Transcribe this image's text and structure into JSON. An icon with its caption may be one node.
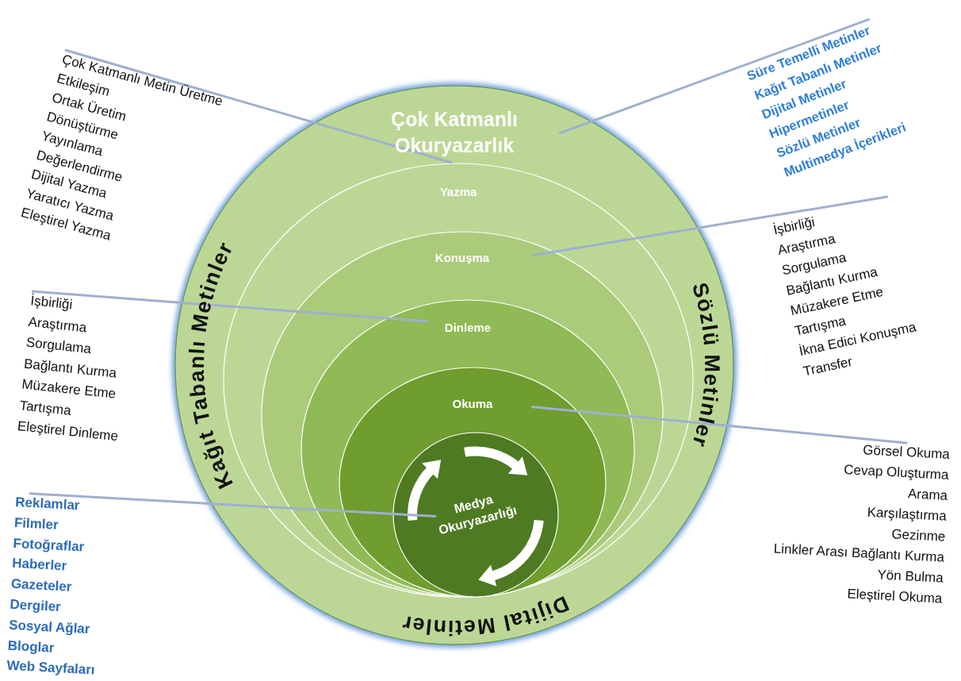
{
  "diagram": {
    "nodes": [
      {
        "text": [
          "Çok Katmanlı Okuryazarlık"
        ]
      },
      {
        "text": [
          "Yazma"
        ],
        "in": 0
      },
      {
        "text": [
          "Konuşma"
        ],
        "in": 1
      },
      {
        "text": [
          "Dinleme"
        ],
        "in": 2
      },
      {
        "text": [
          "Okuma"
        ],
        "in": 3
      },
      {
        "text": [
          "Medya Okuryazarlığı"
        ],
        "in": 4
      },
      {
        "text": [
          "Çok Katmanlı Metin Üretme",
          "Etkileşim",
          "Ortak Üretim",
          "Dönüştürme",
          "Yayınlama",
          "Değerlendirme",
          "Dijital Yazma",
          "Yaratıcı Yazma",
          "Eleştirel Yazma"
        ]
      },
      {
        "text": [
          "Süre Temelli Metinler",
          "Kağıt Tabanlı Metinler",
          "Dijital Metinler",
          "Hipermetinler",
          "Sözlü Metinler",
          "Multimedya İçerikleri"
        ]
      },
      {
        "text": [
          "İşbirliği",
          "Araştırma",
          "Sorgulama",
          "Bağlantı Kurma",
          "Müzakere Etme",
          "Tartışma",
          "İkna Edici Konuşma",
          "Transfer"
        ]
      },
      {
        "text": [
          "İşbirliği",
          "Araştırma",
          "Sorgulama",
          "Bağlantı Kurma",
          "Müzakere Etme",
          "Tartışma",
          "Eleştirel Dinleme"
        ]
      },
      {
        "text": [
          "Görsel Okuma",
          "Cevap Oluşturma",
          "Arama",
          "Karşılaştırma",
          "Gezinme",
          "Linkler Arası Bağlantı Kurma",
          "Yön Bulma",
          "Eleştirel Okuma"
        ]
      },
      {
        "text": [
          "Reklamlar",
          "Filmler",
          "Fotoğraflar",
          "Haberler",
          "Gazeteler",
          "Dergiler",
          "Sosyal Ağlar",
          "Bloglar",
          "Web Sayfaları"
        ]
      }
    ],
    "edges": [
      {
        "from": 6,
        "to": 1,
        "arrow": "none"
      },
      {
        "from": 7,
        "to": 0,
        "arrow": "none"
      },
      {
        "from": 8,
        "to": 2,
        "arrow": "none"
      },
      {
        "from": 9,
        "to": 3,
        "arrow": "none"
      },
      {
        "from": 10,
        "to": 4,
        "arrow": "none"
      },
      {
        "from": 11,
        "to": 5,
        "arrow": "none"
      }
    ],
    "labels": [
      "Kağıt Tabanlı Metinler",
      "Sözlü Metinler",
      "Dijital Metinler"
    ]
  }
}
